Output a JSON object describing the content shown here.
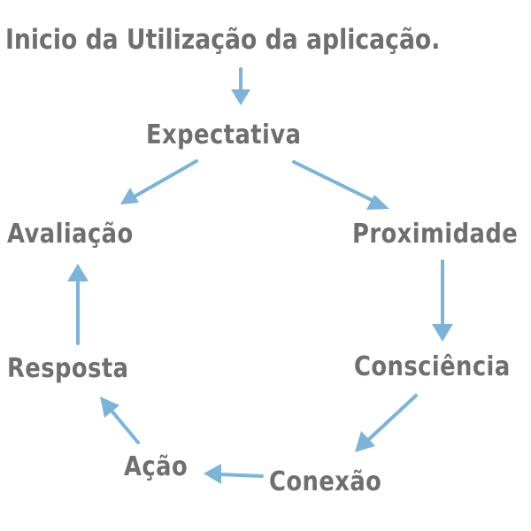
{
  "title": "Inicio da Utilização da aplicação.",
  "nodes": {
    "expectativa": "Expectativa",
    "proximidade": "Proximidade",
    "consciencia": "Consciência",
    "conexao": "Conexão",
    "acao": "Ação",
    "resposta": "Resposta",
    "avaliacao": "Avaliação"
  },
  "colors": {
    "text": "#6f6f6f",
    "arrow": "#7db3d8"
  }
}
